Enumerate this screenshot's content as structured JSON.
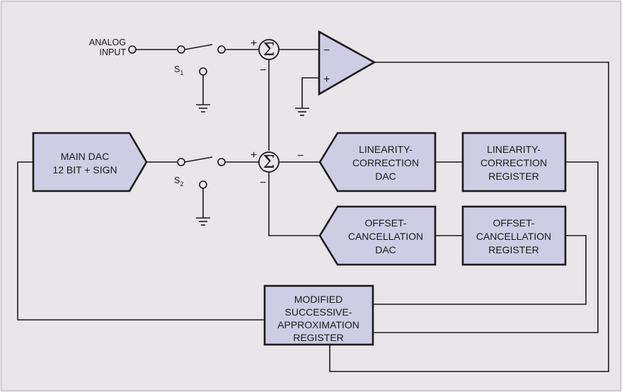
{
  "input": {
    "label_line1": "ANALOG",
    "label_line2": "INPUT"
  },
  "switches": {
    "s1": {
      "letter": "S",
      "subscript": "1"
    },
    "s2": {
      "letter": "S",
      "subscript": "2"
    }
  },
  "summers": {
    "symbol": "Σ",
    "plus": "+",
    "minus": "−"
  },
  "comparator": {
    "minus": "−",
    "plus": "+"
  },
  "blocks": {
    "main_dac": [
      "MAIN DAC",
      "12 BIT + SIGN"
    ],
    "linearity_dac": [
      "LINEARITY-",
      "CORRECTION",
      "DAC"
    ],
    "linearity_register": [
      "LINEARITY-",
      "CORRECTION",
      "REGISTER"
    ],
    "offset_dac": [
      "OFFSET-",
      "CANCELLATION",
      "DAC"
    ],
    "offset_register": [
      "OFFSET-",
      "CANCELLATION",
      "REGISTER"
    ],
    "sar": [
      "MODIFIED",
      "SUCCESSIVE-",
      "APPROXIMATION",
      "REGISTER"
    ]
  },
  "colors": {
    "block_fill": "#cfcde3",
    "background": "#e8e6e8",
    "line": "#1a1a1a"
  }
}
